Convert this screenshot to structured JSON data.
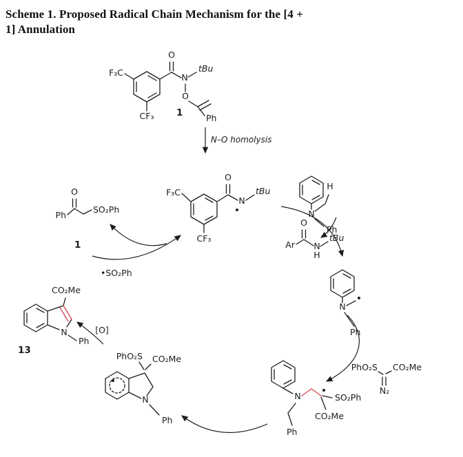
{
  "caption": {
    "line1": "Scheme 1. Proposed Radical Chain Mechanism for the [4 +",
    "line2": "1] Annulation"
  },
  "atoms": {
    "f3c": "F₃C",
    "cf3": "CF₃",
    "o": "O",
    "n": "N",
    "h": "H",
    "tbu": "tBu",
    "ph": "Ph",
    "ar": "Ar",
    "so2ph": "SO₂Ph",
    "pho2s": "PhO₂S",
    "co2me": "CO₂Me",
    "n2": "N₂"
  },
  "species": {
    "sulfonyl_radical": "•SO₂Ph"
  },
  "labels": {
    "compound1": "1",
    "reagent1": "1",
    "compound13": "13",
    "homolysis": "N–O homolysis",
    "oxidant": "[O]"
  },
  "colors": {
    "bond": "#1c1c1c",
    "highlight_red": "#d64550"
  }
}
